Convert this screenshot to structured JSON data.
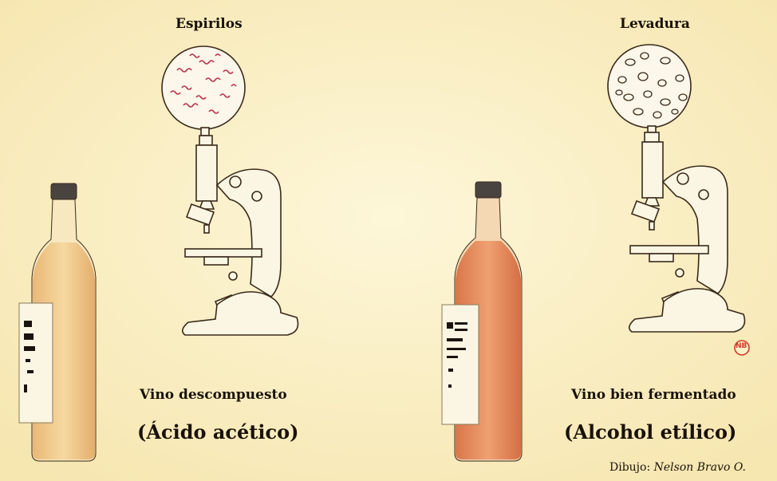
{
  "left": {
    "organism_label": "Espirilos",
    "caption": "Vino descompuesto",
    "compound": "(Ácido acético)",
    "liquid_color": "#f2c98b"
  },
  "right": {
    "organism_label": "Levadura",
    "caption": "Vino bien fermentado",
    "compound": "(Alcohol etílico)",
    "liquid_color": "#e68f5d"
  },
  "signature": "NB",
  "credit": {
    "label": "Dibujo:",
    "author": "Nelson Bravo O."
  },
  "colors": {
    "background": "#fbf1c7",
    "stroke": "#3a2a1a",
    "stamp": "#d23a2a"
  }
}
